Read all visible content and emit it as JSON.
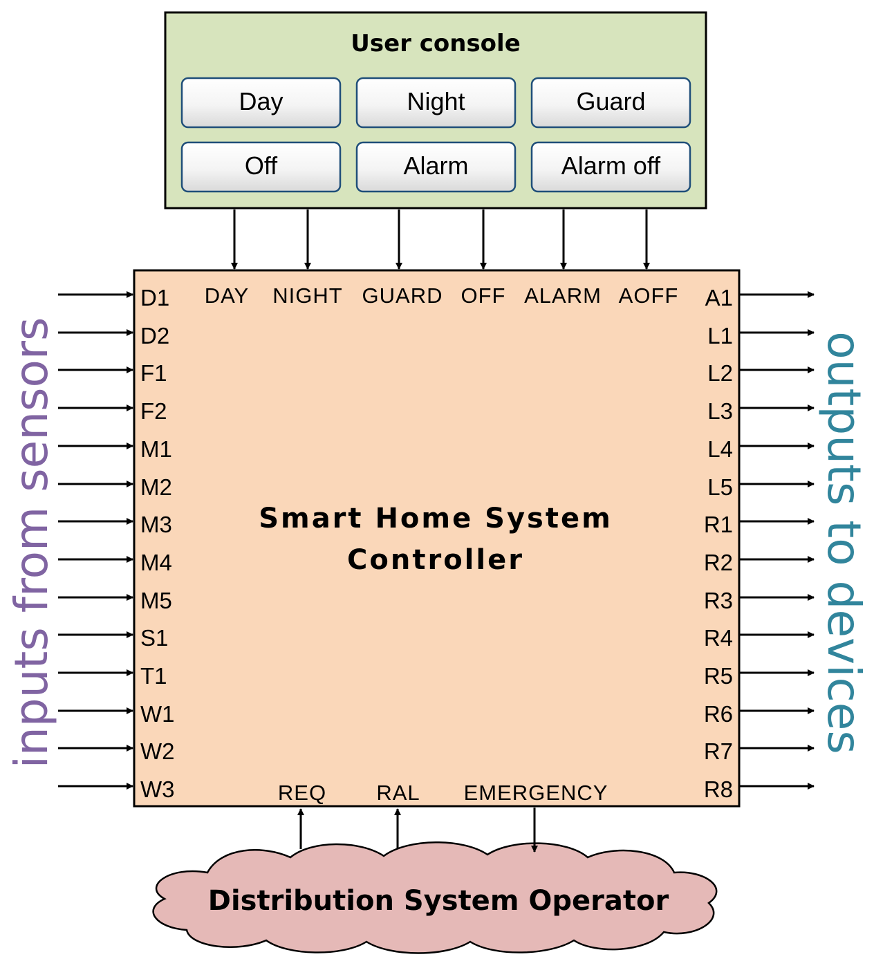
{
  "console": {
    "title": "User console",
    "buttons": [
      "Day",
      "Night",
      "Guard",
      "Off",
      "Alarm",
      "Alarm off"
    ]
  },
  "controller": {
    "title_line1": "Smart Home System",
    "title_line2": "Controller",
    "top_inputs": [
      "DAY",
      "NIGHT",
      "GUARD",
      "OFF",
      "ALARM",
      "AOFF"
    ],
    "left_inputs": [
      "D1",
      "D2",
      "F1",
      "F2",
      "M1",
      "M2",
      "M3",
      "M4",
      "M5",
      "S1",
      "T1",
      "W1",
      "W2",
      "W3"
    ],
    "right_outputs": [
      "A1",
      "L1",
      "L2",
      "L3",
      "L4",
      "L5",
      "R1",
      "R2",
      "R3",
      "R4",
      "R5",
      "R6",
      "R7",
      "R8"
    ],
    "bottom_signals": [
      "REQ",
      "RAL",
      "EMERGENCY"
    ]
  },
  "side_labels": {
    "left": "inputs from sensors",
    "right": "outputs to devices"
  },
  "operator": {
    "label": "Distribution System Operator"
  },
  "colors": {
    "console_fill": "#d7e4bd",
    "controller_fill": "#fad7b9",
    "cloud_fill": "#e5b9b7",
    "button_border": "#1f4e79",
    "inputs_text": "#8064a2",
    "outputs_text": "#31859c"
  }
}
